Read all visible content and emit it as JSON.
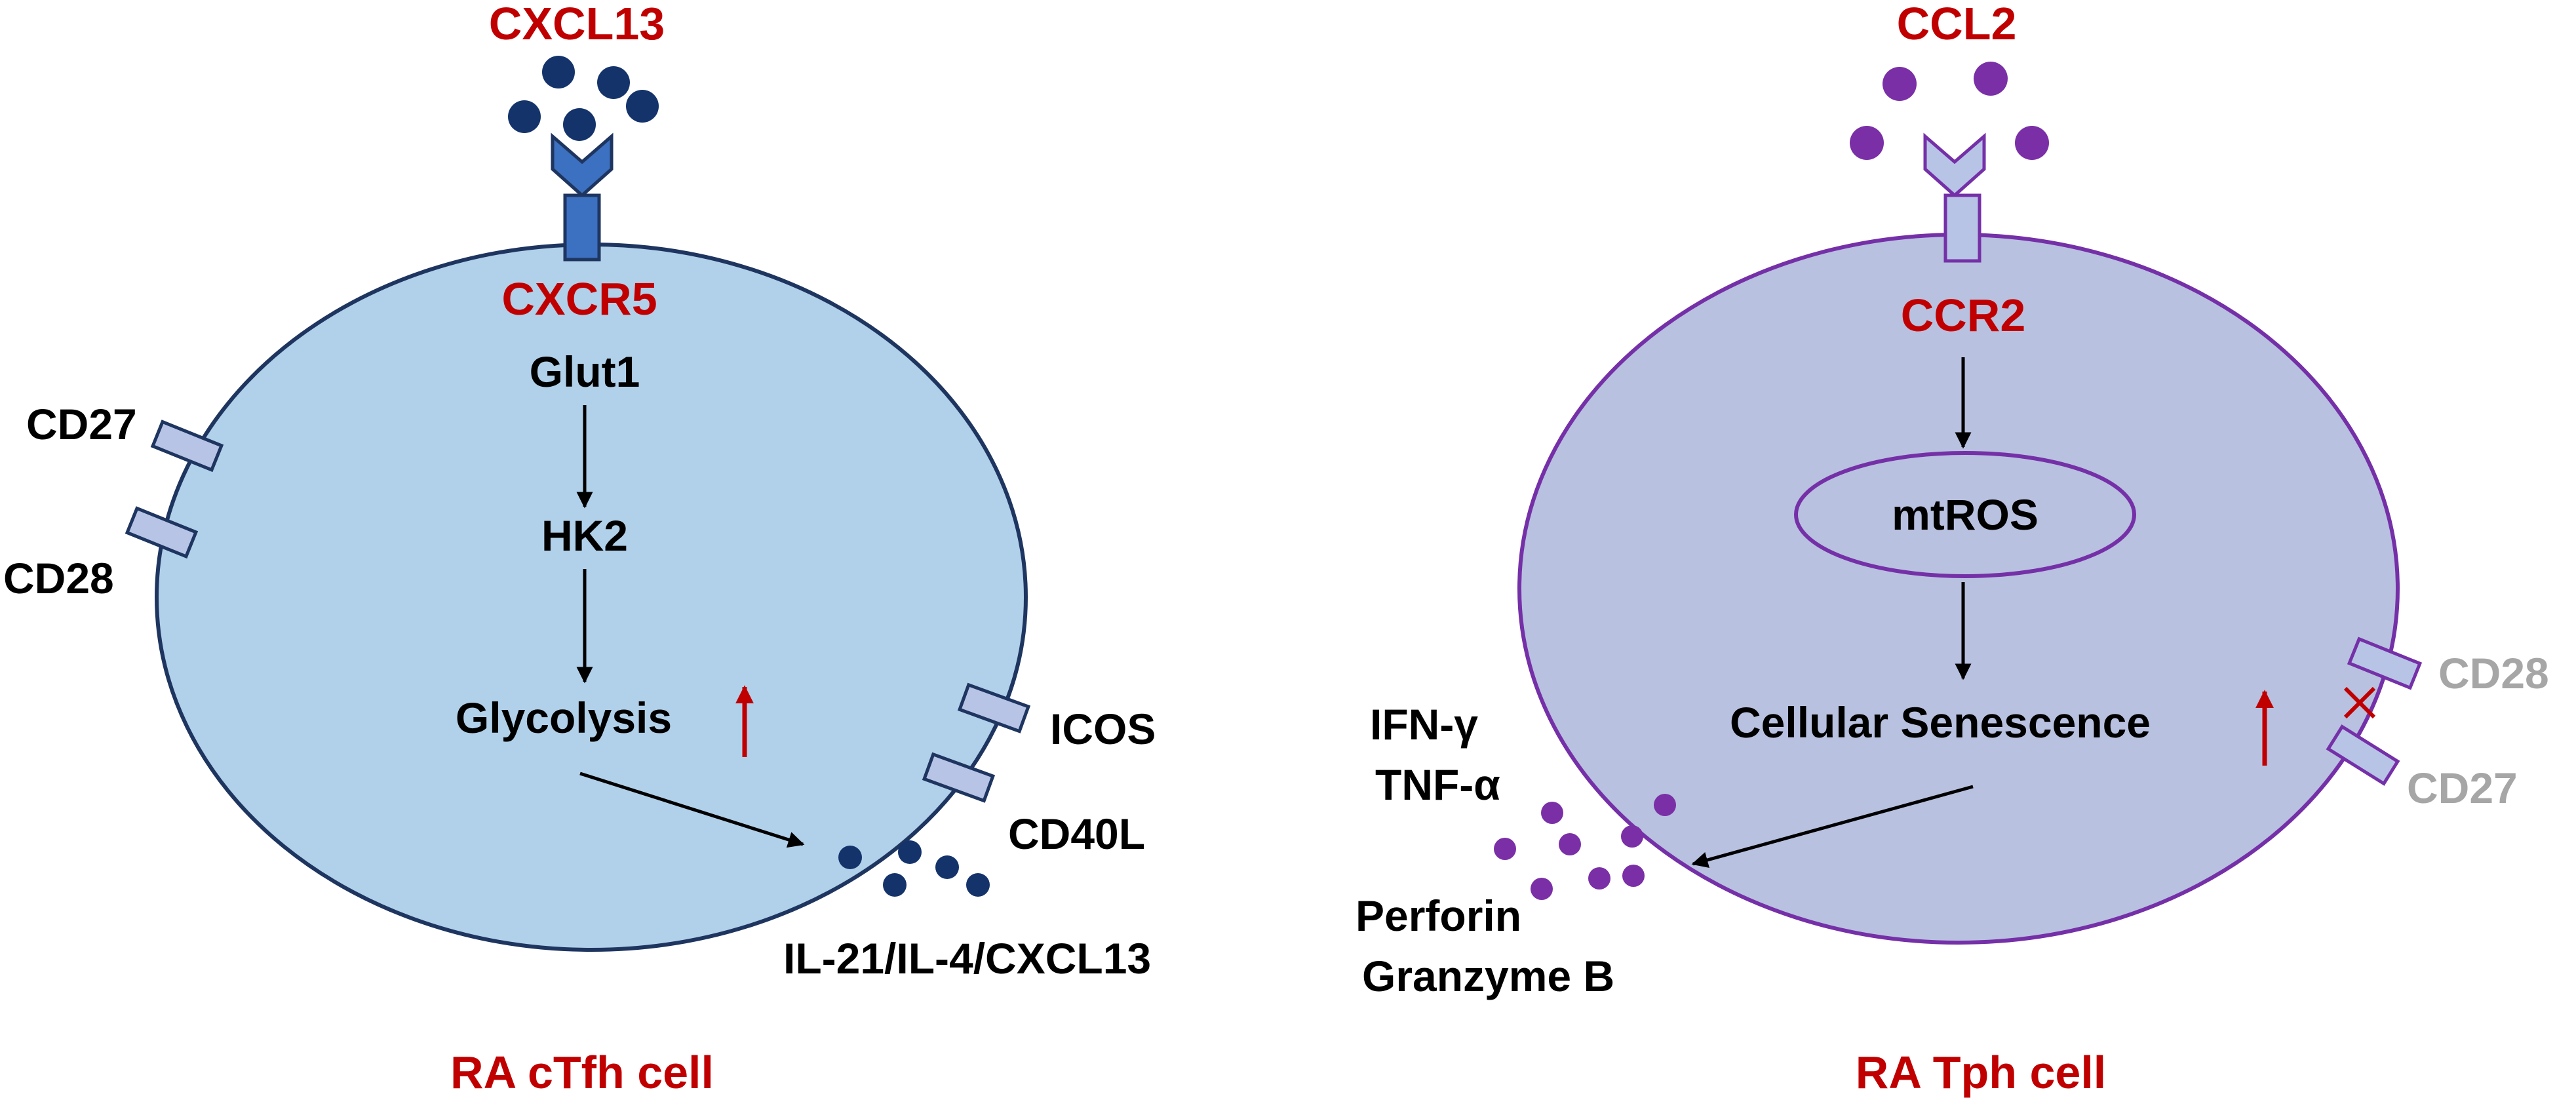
{
  "left_cell": {
    "ligand": "CXCL13",
    "receptor": "CXCR5",
    "steps": [
      "Glut1",
      "HK2",
      "Glycolysis"
    ],
    "surface_markers": [
      "CD27",
      "CD28"
    ],
    "costim_markers": [
      "ICOS",
      "CD40L"
    ],
    "secreted": "IL-21/IL-4/CXCL13",
    "caption": "RA cTfh cell"
  },
  "right_cell": {
    "ligand": "CCL2",
    "receptor": "CCR2",
    "organelle": "mtROS",
    "process": "Cellular Senescence",
    "lost_markers": [
      "CD28",
      "CD27"
    ],
    "cytokines": [
      "IFN-γ",
      "TNF-α"
    ],
    "cytotoxic": [
      "Perforin",
      "Granzyme B"
    ],
    "caption": "RA Tph cell"
  },
  "colors": {
    "red_label": "#c00000",
    "cxcl13_dot": "#14336b",
    "ccl2_dot": "#7a2fa6",
    "cxcr5_receptor": "#3c70c0",
    "ccr2_receptor": "#b8c4e6",
    "tfh_cell_fill": "#b1d0ea",
    "tfh_cell_stroke": "#1e3560",
    "tph_cell_fill": "#b8c1df",
    "tph_cell_stroke": "#7530a8",
    "grey_label": "#a6a6a6"
  }
}
